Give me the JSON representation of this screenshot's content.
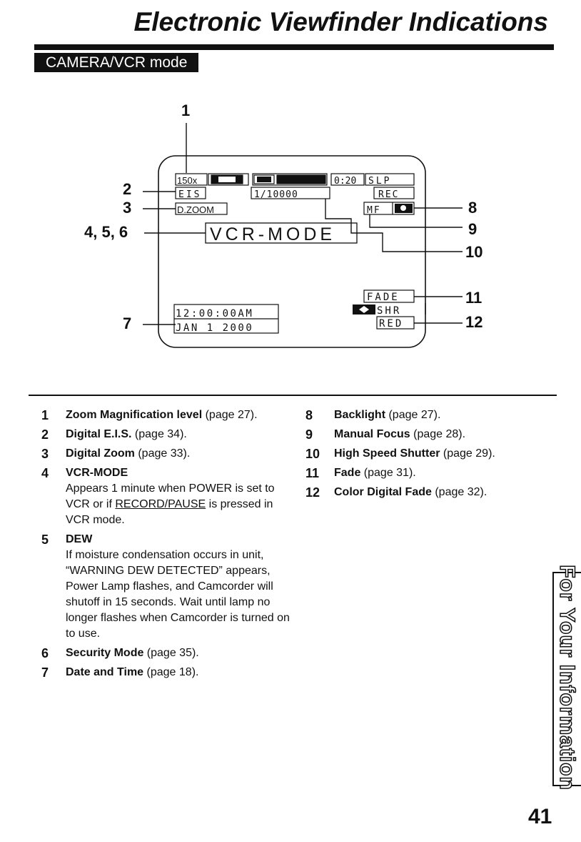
{
  "page": {
    "title": "Electronic Viewfinder Indications",
    "section_label": "CAMERA/VCR mode",
    "side_tab": "For Your Information",
    "page_number": "41"
  },
  "diagram": {
    "callouts": [
      "1",
      "2",
      "3",
      "4, 5, 6",
      "7",
      "8",
      "9",
      "10",
      "11",
      "12"
    ],
    "osd": {
      "zoom": "150x",
      "tape_remain": "0:20",
      "tape_speed": "SLP",
      "eis": "EIS",
      "shutter": "1/10000",
      "rec": "REC",
      "dzoom": "D.ZOOM",
      "mf": "MF",
      "mode_text": "VCR-MODE",
      "time": "12:00:00AM",
      "date": "JAN  1  2000",
      "fade": "FADE",
      "shr": "SHR",
      "red": "RED"
    }
  },
  "legend": {
    "left": [
      {
        "num": "1",
        "term": "Zoom Magnification level",
        "ref": " (page 27)."
      },
      {
        "num": "2",
        "term": "Digital E.I.S.",
        "ref": " (page 34)."
      },
      {
        "num": "3",
        "term": "Digital Zoom",
        "ref": " (page 33)."
      },
      {
        "num": "4",
        "term": "VCR-MODE",
        "ref": "",
        "desc_before": "Appears 1 minute when POWER is set to VCR or if ",
        "desc_underlined": "RECORD/PAUSE",
        "desc_after": " is pressed in VCR mode."
      },
      {
        "num": "5",
        "term": "DEW",
        "ref": "",
        "desc": "If moisture condensation occurs in unit, “WARNING DEW DETECTED” appears, Power Lamp flashes, and Camcorder will shutoff in 15 seconds. Wait until lamp no longer flashes when Camcorder is turned on to use."
      },
      {
        "num": "6",
        "term": "Security Mode",
        "ref": " (page 35)."
      },
      {
        "num": "7",
        "term": "Date and Time",
        "ref": " (page 18)."
      }
    ],
    "right": [
      {
        "num": "8",
        "term": "Backlight",
        "ref": " (page 27)."
      },
      {
        "num": "9",
        "term": "Manual Focus",
        "ref": " (page 28)."
      },
      {
        "num": "10",
        "term": "High Speed Shutter",
        "ref": " (page 29)."
      },
      {
        "num": "11",
        "term": "Fade",
        "ref": " (page 31)."
      },
      {
        "num": "12",
        "term": "Color Digital Fade",
        "ref": " (page 32)."
      }
    ]
  }
}
